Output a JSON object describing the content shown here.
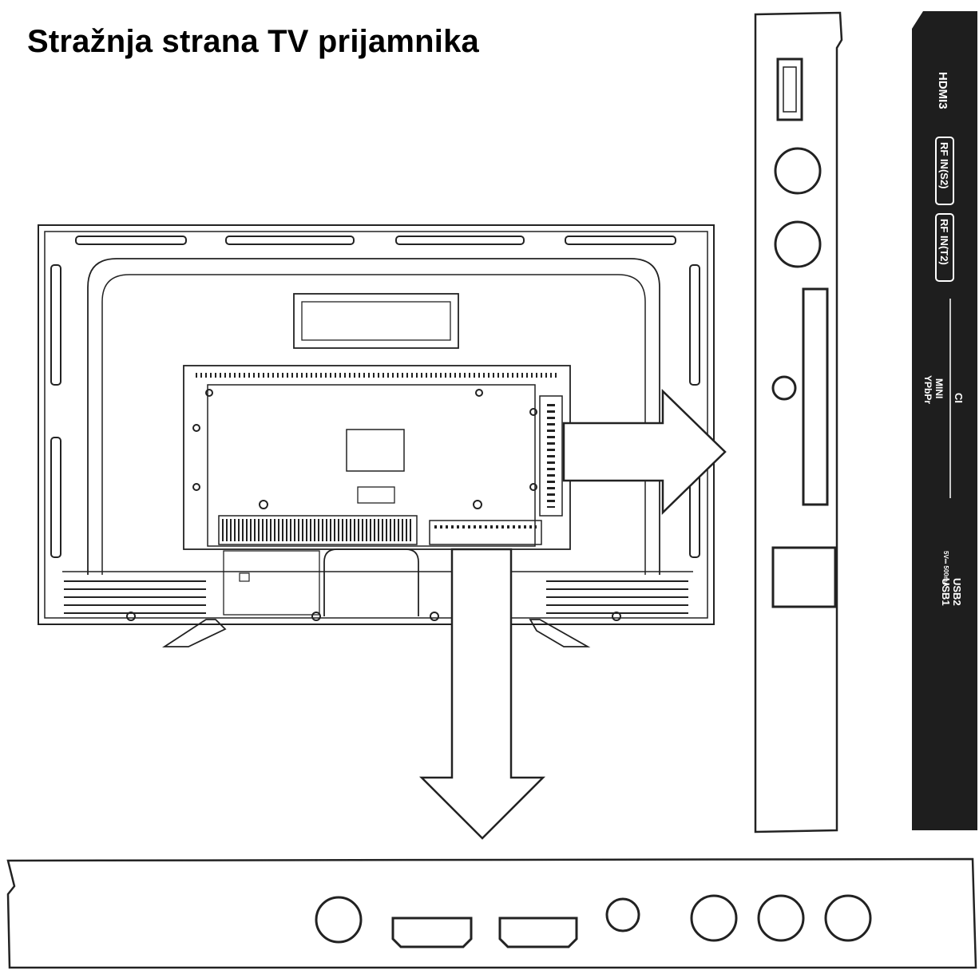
{
  "title": "Stražnja strana TV prijamnika",
  "side_panel_labels": {
    "hdmi3": "HDMI3",
    "rf_in_s2": "RF IN(S2)",
    "rf_in_t2": "RF IN(T2)",
    "ci": "CI",
    "mini": "MINI",
    "ypbpr": "YPbPr",
    "usb2": "USB2",
    "usb1": "USB1",
    "usb_rating": "5V⎓ 500mA"
  },
  "colors": {
    "line": "#222222",
    "label_strip": "#1e1e1e",
    "background": "#ffffff"
  }
}
